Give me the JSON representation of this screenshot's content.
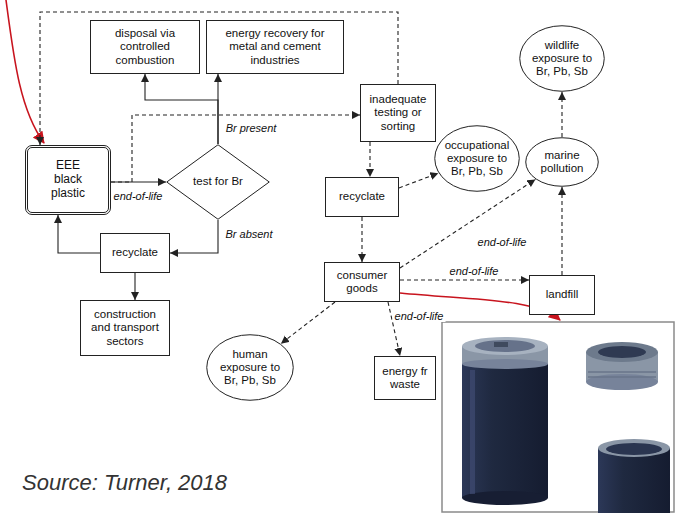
{
  "diagram": {
    "nodes": [
      {
        "text": [
          "disposal via controlled combustion"
        ]
      },
      {
        "text": [
          "energy recovery for metal and cement industries"
        ]
      },
      {
        "text": [
          "wildlife exposure to Br, Pb, Sb"
        ]
      },
      {
        "text": [
          "inadequate testing or sorting"
        ]
      },
      {
        "text": [
          "occupational exposure to Br, Pb, Sb"
        ]
      },
      {
        "text": [
          "EEE black plastic"
        ]
      },
      {
        "text": [
          "test for Br"
        ]
      },
      {
        "text": [
          "marine pollution"
        ]
      },
      {
        "text": [
          "recyclate"
        ]
      },
      {
        "text": [
          "recyclate"
        ]
      },
      {
        "text": [
          "consumer goods"
        ]
      },
      {
        "text": [
          "landfill"
        ]
      },
      {
        "text": [
          "construction and transport sectors"
        ]
      },
      {
        "text": [
          "human exposure to Br, Pb, Sb"
        ]
      },
      {
        "text": [
          "energy fr waste"
        ]
      }
    ],
    "edges": [
      {
        "from": 5,
        "to": 6,
        "arrow": "to",
        "label": "end-of-life"
      },
      {
        "from": 6,
        "to": 1,
        "arrow": "to",
        "label": "Br present"
      },
      {
        "from": 6,
        "to": 0,
        "arrow": "to"
      },
      {
        "from": 6,
        "to": 9,
        "arrow": "to",
        "label": "Br absent"
      },
      {
        "from": 9,
        "to": 5,
        "arrow": "to"
      },
      {
        "from": 9,
        "to": 12,
        "arrow": "to"
      },
      {
        "from": 5,
        "to": 3,
        "arrow": "to"
      },
      {
        "from": 3,
        "to": 5,
        "arrow": "to"
      },
      {
        "from": 3,
        "to": 8,
        "arrow": "to"
      },
      {
        "from": 8,
        "to": 4,
        "arrow": "to"
      },
      {
        "from": 8,
        "to": 10,
        "arrow": "to"
      },
      {
        "from": 10,
        "to": 13,
        "arrow": "to"
      },
      {
        "from": 10,
        "to": 7,
        "arrow": "to",
        "label": "end-of-life"
      },
      {
        "from": 10,
        "to": 11,
        "arrow": "to",
        "label": "end-of-life"
      },
      {
        "from": 10,
        "to": 14,
        "arrow": "to",
        "label": "end-of-life"
      },
      {
        "from": 11,
        "to": 7,
        "arrow": "to"
      },
      {
        "from": 7,
        "to": 2,
        "arrow": "to"
      }
    ],
    "labels": [
      "Source: Turner, 2018"
    ]
  }
}
